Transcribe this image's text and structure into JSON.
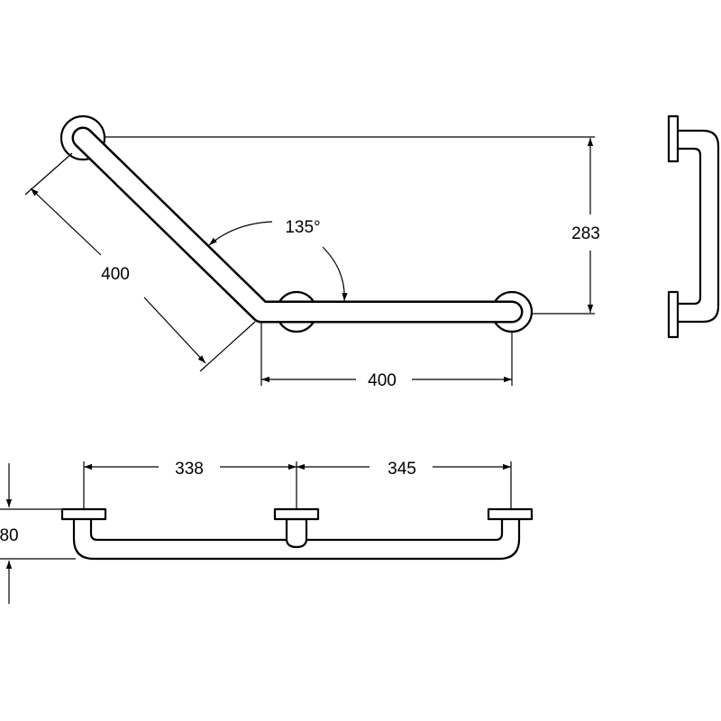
{
  "dimensions": {
    "angle": "135°",
    "diagonal_length": "400",
    "horizontal_length": "400",
    "vertical_rise": "283",
    "spacing_left": "338",
    "spacing_right": "345",
    "projection": "80"
  },
  "colors": {
    "line": "#000000",
    "background": "#ffffff"
  }
}
